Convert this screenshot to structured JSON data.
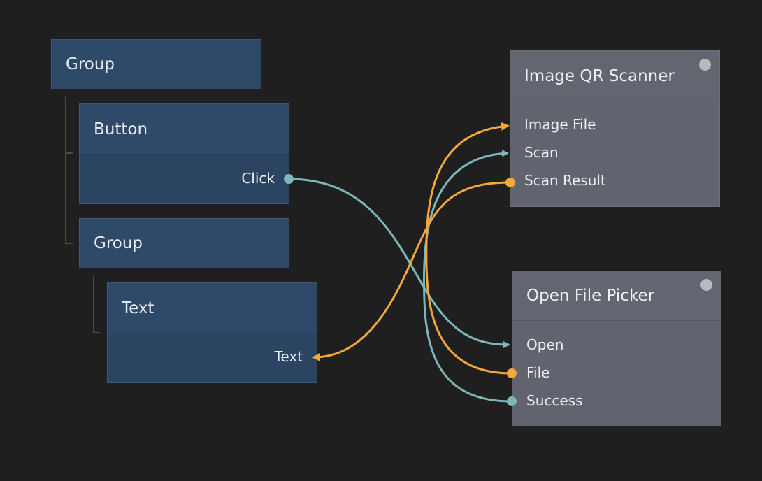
{
  "nodes": {
    "group_root": {
      "title": "Group"
    },
    "button": {
      "title": "Button",
      "port_click": "Click"
    },
    "group_child": {
      "title": "Group"
    },
    "text": {
      "title": "Text",
      "port_text": "Text"
    },
    "qr_scanner": {
      "title": "Image QR Scanner",
      "port_image_file": "Image File",
      "port_scan": "Scan",
      "port_scan_result": "Scan Result"
    },
    "file_picker": {
      "title": "Open File Picker",
      "port_open": "Open",
      "port_file": "File",
      "port_success": "Success"
    }
  },
  "colors": {
    "signal_wire": "#7fb6b8",
    "data_wire": "#f2a83c",
    "ui_node": "#2f4a68",
    "logic_node": "#636671",
    "background": "#1f1f1f"
  },
  "connections": [
    {
      "from": "button.Click",
      "to": "file_picker.Open",
      "type": "signal"
    },
    {
      "from": "file_picker.Success",
      "to": "qr_scanner.Scan",
      "type": "signal"
    },
    {
      "from": "file_picker.File",
      "to": "qr_scanner.Image File",
      "type": "data"
    },
    {
      "from": "qr_scanner.Scan Result",
      "to": "text.Text",
      "type": "data"
    }
  ]
}
